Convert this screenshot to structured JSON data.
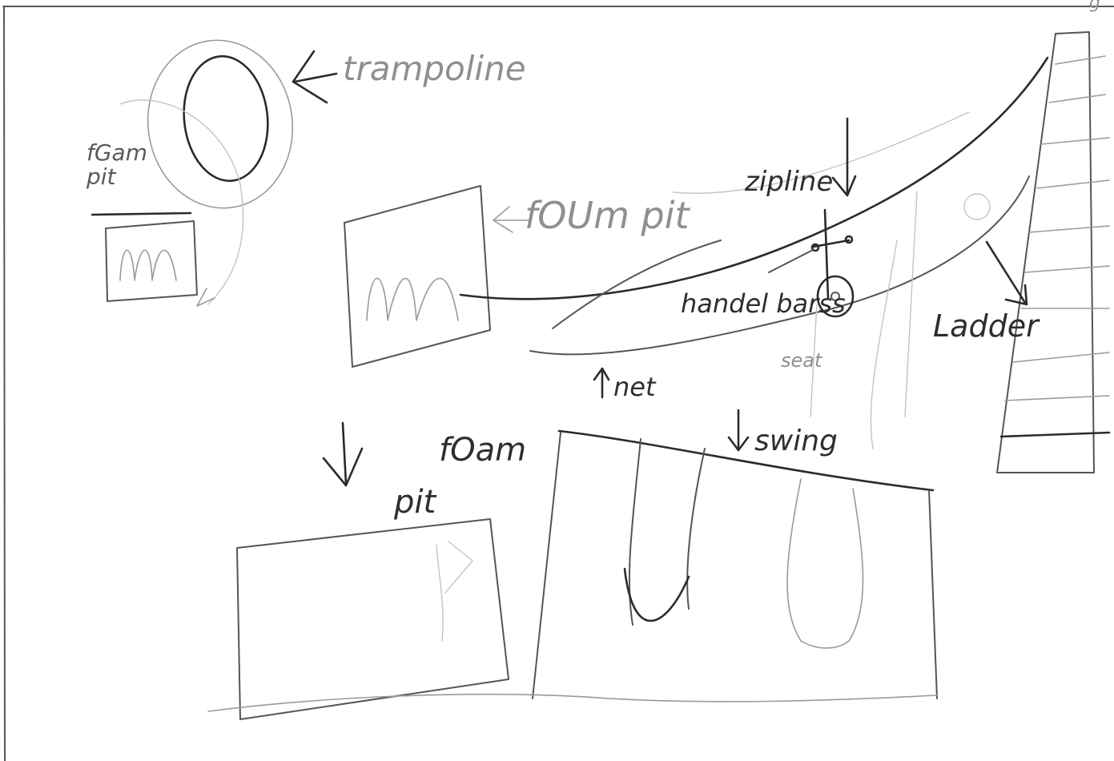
{
  "labels": {
    "trampoline": "trampoline",
    "foam_pit_small": "fGam\npit",
    "foam_pit_center": "fOUm pit",
    "zipline": "zipline",
    "handel_bars": "handel barss",
    "seat": "seat",
    "ladder": "Ladder",
    "net": "net",
    "swing": "swing",
    "foam_pit_bottom_a": "pit",
    "foam_pit_bottom_b": "fOam",
    "corner_mark": "g"
  },
  "colors": {
    "paper": "#ffffff",
    "pencil_dark": "#2b2b2b",
    "pencil_mid": "#555555",
    "pencil_light": "#9a9a9a"
  }
}
